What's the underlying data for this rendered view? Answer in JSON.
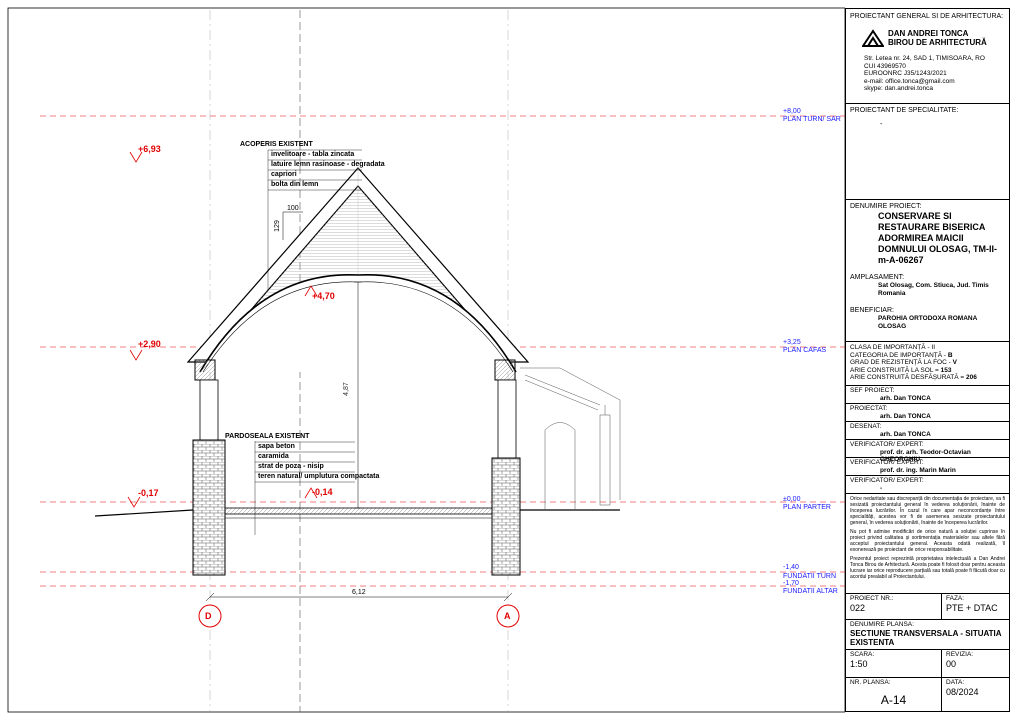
{
  "title_block": {
    "architect_header": "PROIECTANT GENERAL SI DE ARHITECTURA:",
    "firm_line1": "DAN ANDREI TONCA",
    "firm_line2": "BIROU DE ARHITECTURĂ",
    "address": "Str. Letea nr. 24, SAD 1, TIMISOARA, RO",
    "cui": "CUI 43969570",
    "euroonrc": "EUROONRC J35/1243/2021",
    "email": "e-mail: office.tonca@gmail.com",
    "skype": "skype: dan.andrei.tonca",
    "specialty_header": "PROIECTANT DE SPECIALITATE:",
    "specialty_value": "-",
    "project_name_label": "DENUMIRE PROIECT:",
    "project_name": "CONSERVARE SI RESTAURARE BISERICA ADORMIREA MAICII DOMNULUI OLOSAG, TM-II-m-A-06267",
    "location_label": "AMPLASAMENT:",
    "location": "Sat Olosag, Com. Stiuca, Jud. Timis Romania",
    "beneficiary_label": "BENEFICIAR:",
    "beneficiary": "PAROHIA ORTODOXA ROMANA OLOSAG",
    "class1": "CLASA DE IMPORTANȚĂ - II",
    "class2_label": "CATEGORIA DE IMPORTANȚĂ - ",
    "class2_value": "B",
    "class3_label": "GRAD DE REZISTENȚĂ LA FOC - ",
    "class3_value": "V",
    "class4_label": "ARIE CONSTRUITĂ LA SOL = ",
    "class4_value": "153",
    "class5_label": "ARIE CONSTRUITĂ DESFĂȘURATĂ = ",
    "class5_value": "206",
    "chief_label": "SEF PROIECT:",
    "chief": "arh. Dan TONCA",
    "designed_label": "PROIECTAT:",
    "designed": "arh. Dan TONCA",
    "drawn_label": "DESENAT:",
    "drawn": "arh. Dan TONCA",
    "verif1_label": "VERIFICATOR/ EXPERT:",
    "verif1": "prof. dr. arh. Teodor-Octavian GHEORGHIU",
    "verif2_label": "VERIFICATOR/ EXPERT:",
    "verif2": "prof. dr. ing. Marin Marin",
    "verif3_label": "VERIFICATOR/ EXPERT:",
    "verif3": "-",
    "note1": "Orice nedaritate sau discrepanță din documentația de proiectare, va fi sesizată proiectantului general în vederea soluționării, înainte de începerea lucrărilor. În cazul în care apar neconcordanțe între specialități, acestea vor fi de asemenea sesizate proiectantului general, în vederea soluționării, înainte de începerea lucrărilor.",
    "note2": "Nu pot fi admise modificări de orice natură a soluției cuprinse în proiect privind calitatea și sortimentația materialelor sau altele fără acceptul proiectantului general. Aceasta odată realizată, îl exonerează pe proiectant de orice responsabilitate.",
    "note3": "Prezentul proiect reprezintă proprietatea intelectuală a Dan Andrei Tonca Birou de Arhitectură. Acesta poate fi folosit doar pentru aceasta lucrare iar orice reproducere parțială sau totală poate fi făcută doar cu acordul prealabil al Proiectantului.",
    "project_no_label": "PROIECT NR.:",
    "project_no": "022",
    "phase_label": "FAZA:",
    "phase": "PTE + DTAC",
    "sheet_name_label": "DENUMIRE PLANSA:",
    "sheet_name": "SECTIUNE TRANSVERSALA - SITUATIA EXISTENTA",
    "scale_label": "SCARA:",
    "scale": "1:50",
    "revision_label": "REVIZIA:",
    "revision": "00",
    "sheet_no_label": "NR. PLANSA:",
    "sheet_no": "A-14",
    "date_label": "DATA:",
    "date": "08/2024"
  },
  "drawing": {
    "roof_title": "ACOPERIS EXISTENT",
    "roof_layers": [
      "invelitoare - tabla zincata",
      "latuire lemn rasinoase - degradata",
      "capriori",
      "bolta din lemn"
    ],
    "floor_title": "PARDOSEALA EXISTENT",
    "floor_layers": [
      "sapa beton",
      "caramida",
      "strat de poza - nisip",
      "teren natural/ umplutura compactata"
    ],
    "slope_run": "100",
    "slope_rise": "129",
    "height_dim": "4,87",
    "width_dim": "6,12",
    "axis_left": "D",
    "axis_right": "A",
    "red_levels": {
      "roof_top": "+6,93",
      "vault": "+4,70",
      "eaves": "+2,90",
      "ground_out": "-0,17",
      "floor_in": "-0,14"
    },
    "blue_levels": {
      "l1_val": "+8,00",
      "l1_name": "PLAN TURN/ SAR",
      "l2_val": "+3,25",
      "l2_name": "PLAN CAFAS",
      "l3_val": "±0,00",
      "l3_name": "PLAN PARTER",
      "l4_val": "-1,40",
      "l4_name": "FUNDATII TURN",
      "l5_val": "-1,70",
      "l5_name": "FUNDATII ALTAR"
    }
  },
  "colors": {
    "level_red": "#e00000",
    "level_blue": "#1a1aff",
    "line": "#000000"
  }
}
